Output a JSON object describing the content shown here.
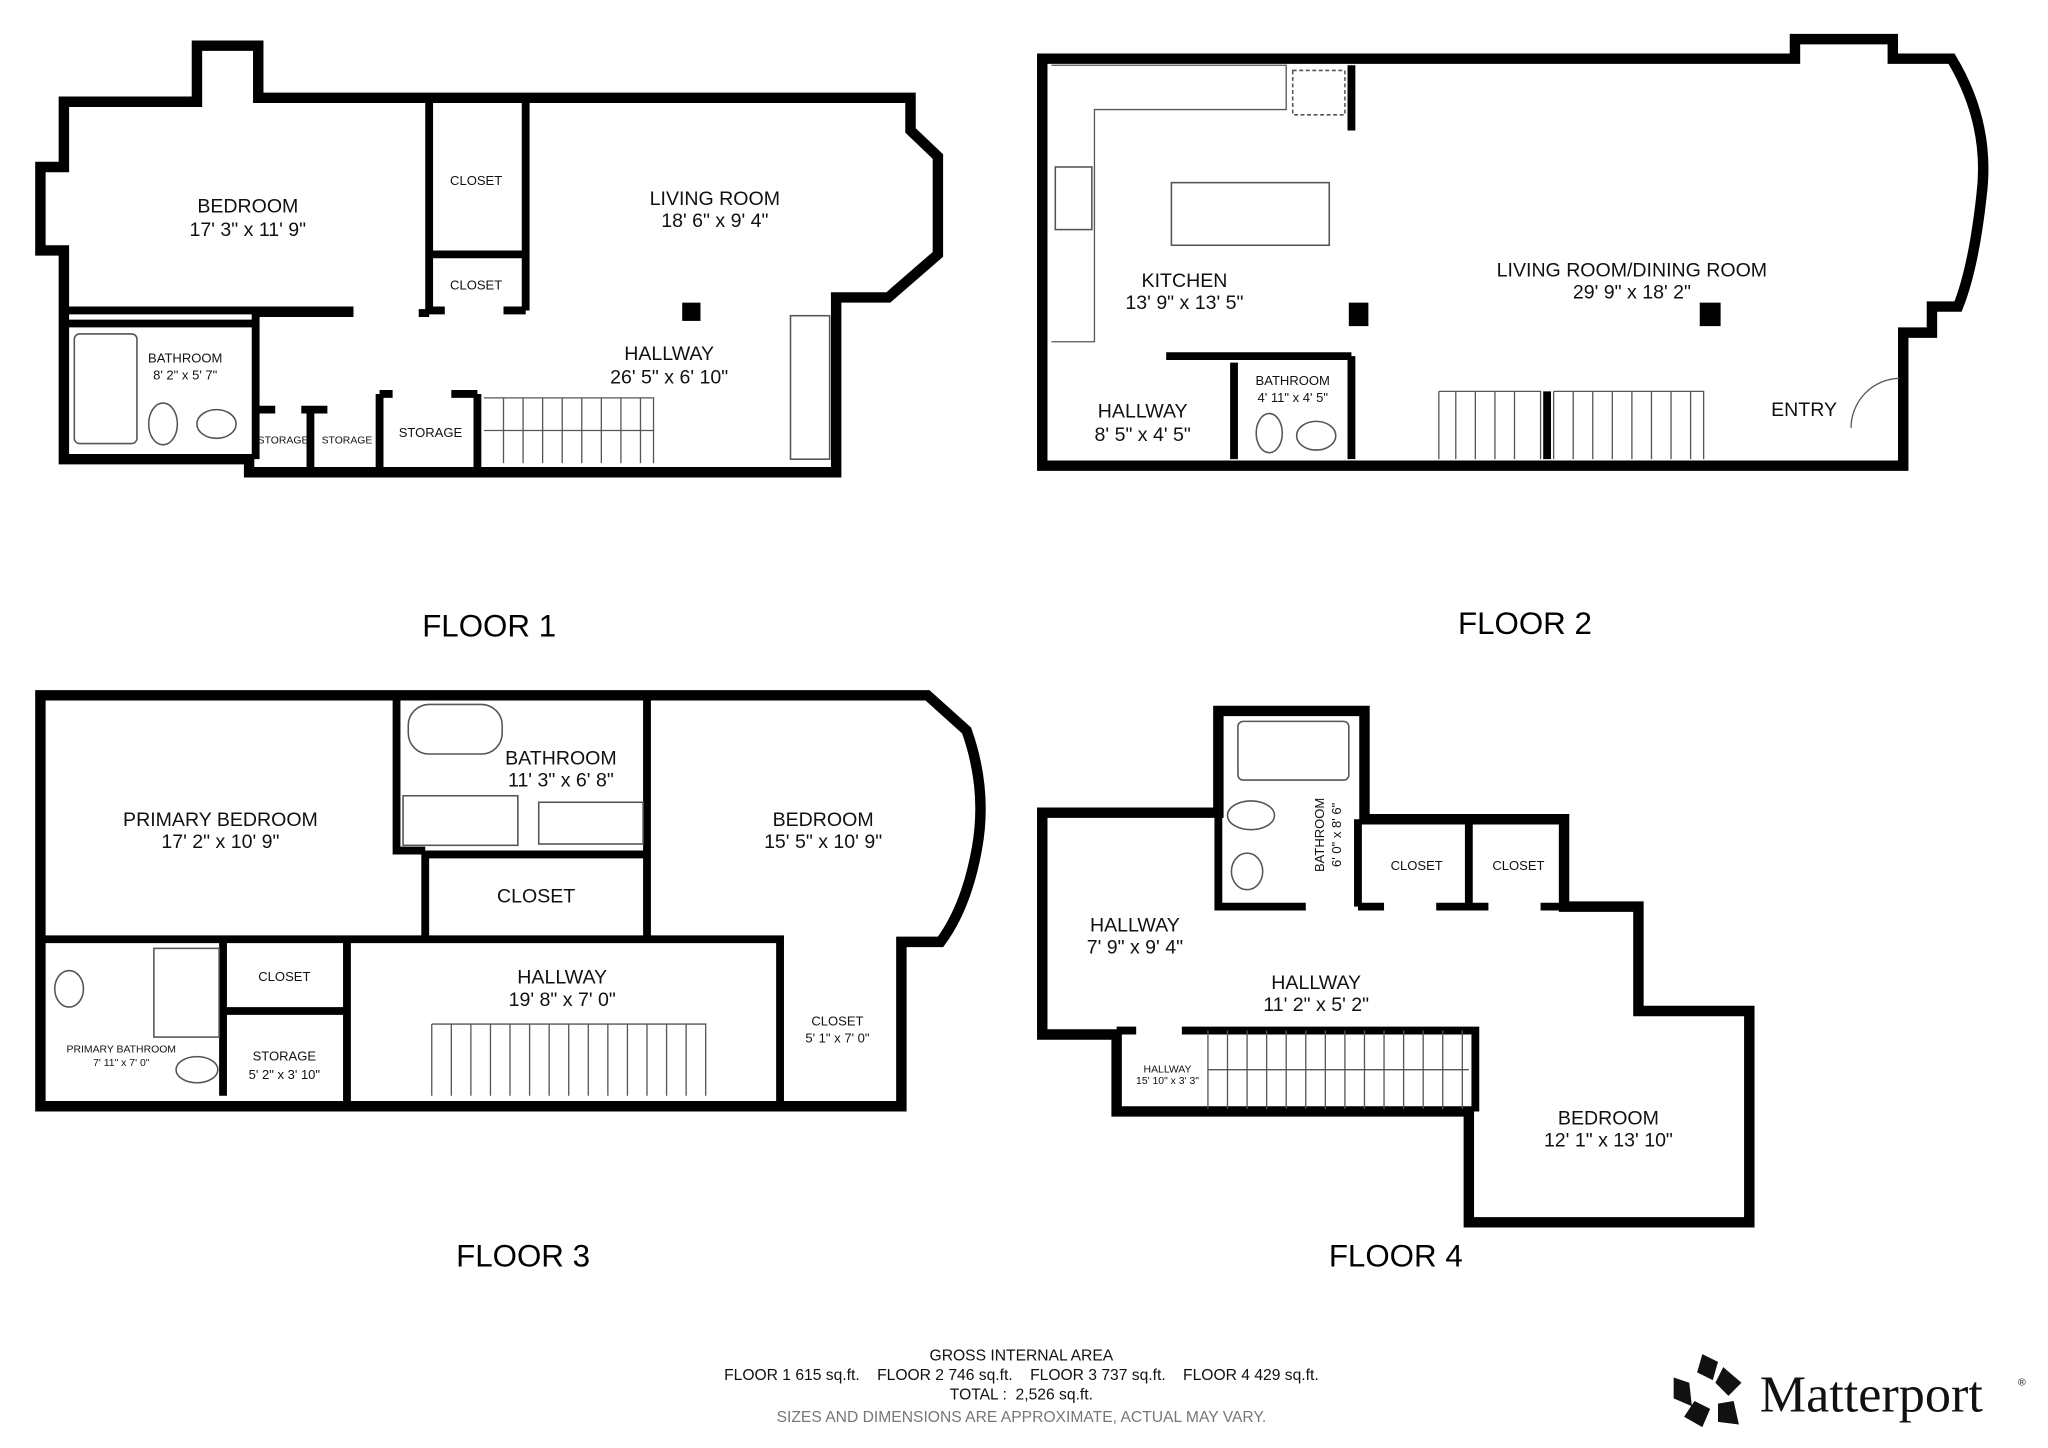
{
  "floors": [
    {
      "label": "FLOOR 1",
      "rooms": [
        {
          "name": "BEDROOM",
          "dims": "17' 3\" x 11' 9\""
        },
        {
          "name": "CLOSET",
          "dims": ""
        },
        {
          "name": "CLOSET",
          "dims": ""
        },
        {
          "name": "LIVING ROOM",
          "dims": "18' 6\" x 9' 4\""
        },
        {
          "name": "BATHROOM",
          "dims": "8' 2\" x 5' 7\""
        },
        {
          "name": "HALLWAY",
          "dims": "26' 5\" x 6' 10\""
        },
        {
          "name": "STORAGE",
          "dims": ""
        },
        {
          "name": "STORAGE",
          "dims": ""
        },
        {
          "name": "STORAGE",
          "dims": ""
        }
      ]
    },
    {
      "label": "FLOOR 2",
      "rooms": [
        {
          "name": "KITCHEN",
          "dims": "13' 9\" x 13' 5\""
        },
        {
          "name": "LIVING ROOM/DINING ROOM",
          "dims": "29' 9\" x 18' 2\""
        },
        {
          "name": "BATHROOM",
          "dims": "4' 11\" x 4' 5\""
        },
        {
          "name": "HALLWAY",
          "dims": "8' 5\" x 4' 5\""
        },
        {
          "name": "ENTRY",
          "dims": ""
        }
      ]
    },
    {
      "label": "FLOOR 3",
      "rooms": [
        {
          "name": "PRIMARY BEDROOM",
          "dims": "17' 2\" x 10' 9\""
        },
        {
          "name": "BATHROOM",
          "dims": "11' 3\" x 6' 8\""
        },
        {
          "name": "BEDROOM",
          "dims": "15' 5\" x 10' 9\""
        },
        {
          "name": "CLOSET",
          "dims": ""
        },
        {
          "name": "CLOSET",
          "dims": ""
        },
        {
          "name": "HALLWAY",
          "dims": "19' 8\" x 7' 0\""
        },
        {
          "name": "CLOSET",
          "dims": "5' 1\" x 7' 0\""
        },
        {
          "name": "PRIMARY BATHROOM",
          "dims": "7' 11\" x 7' 0\""
        },
        {
          "name": "STORAGE",
          "dims": "5' 2\" x 3' 10\""
        }
      ]
    },
    {
      "label": "FLOOR 4",
      "rooms": [
        {
          "name": "BATHROOM",
          "dims": "6' 0\" x 8' 6\""
        },
        {
          "name": "CLOSET",
          "dims": ""
        },
        {
          "name": "CLOSET",
          "dims": ""
        },
        {
          "name": "HALLWAY",
          "dims": "7' 9\" x 9' 4\""
        },
        {
          "name": "HALLWAY",
          "dims": "11' 2\" x 5' 2\""
        },
        {
          "name": "HALLWAY",
          "dims": "15' 10\" x 3' 3\""
        },
        {
          "name": "BEDROOM",
          "dims": "12' 1\" x 13' 10\""
        }
      ]
    }
  ],
  "footer": {
    "heading": "GROSS INTERNAL AREA",
    "areas": "FLOOR 1 615 sq.ft.    FLOOR 2 746 sq.ft.    FLOOR 3 737 sq.ft.    FLOOR 4 429 sq.ft.",
    "total": "TOTAL :  2,526 sq.ft.",
    "disclaimer": "SIZES AND DIMENSIONS ARE APPROXIMATE, ACTUAL MAY VARY."
  },
  "brand": {
    "name": "Matterport",
    "mark": "®"
  },
  "colors": {
    "walls": "#000000",
    "fixtures": "#555555",
    "disclaimer": "#777777"
  }
}
